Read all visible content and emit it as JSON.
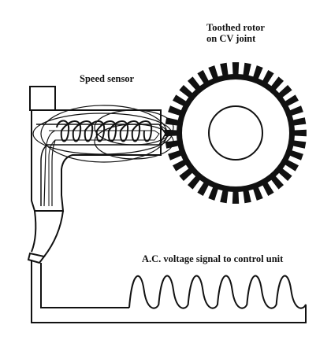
{
  "labels": {
    "rotor_line1": "Toothed rotor",
    "rotor_line2": "on CV joint",
    "sensor": "Speed sensor",
    "signal": "A.C. voltage signal to control unit"
  },
  "rotor": {
    "tooth_count": 36
  },
  "colors": {
    "ink": "#111111",
    "paper": "#ffffff"
  }
}
